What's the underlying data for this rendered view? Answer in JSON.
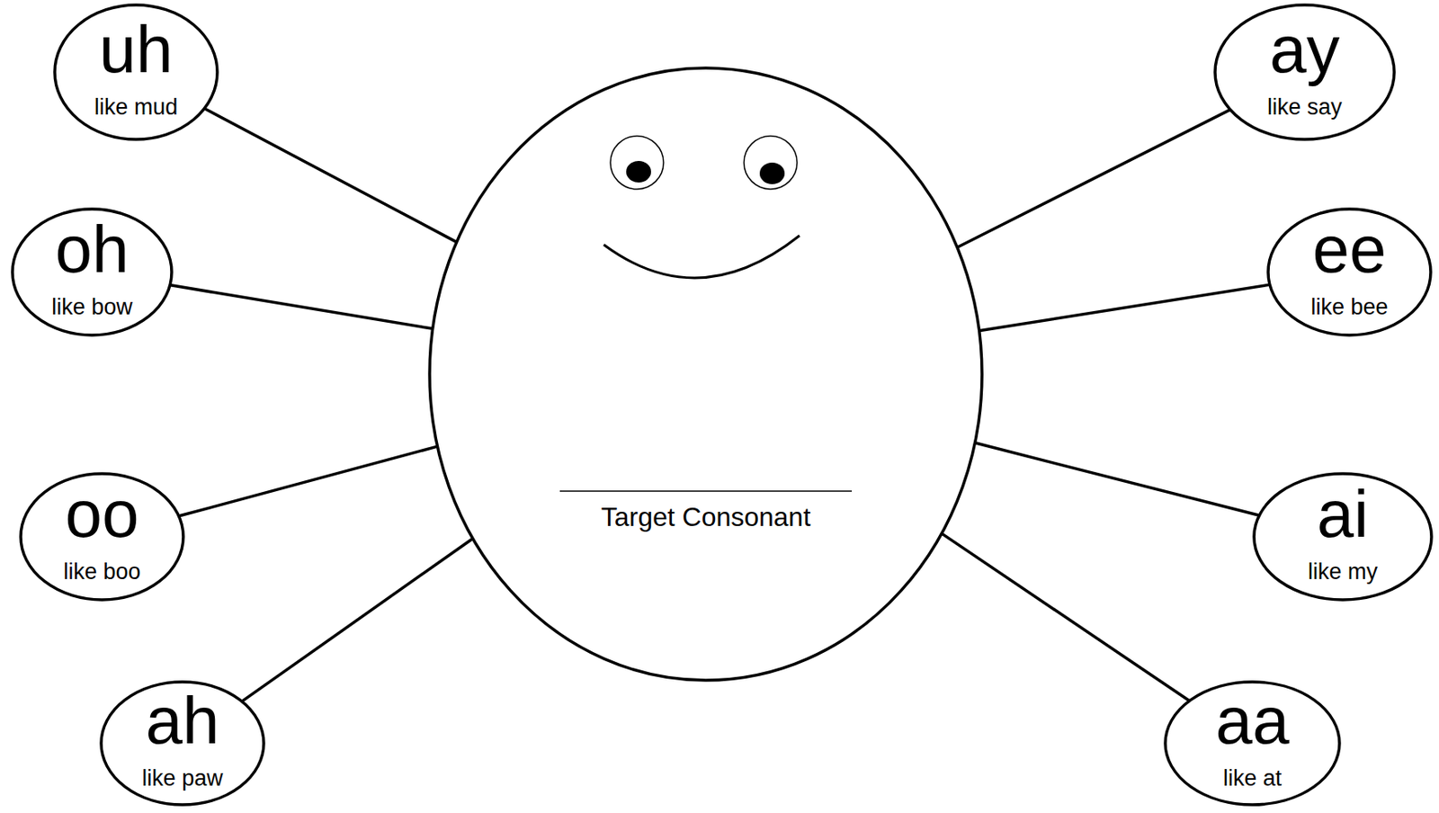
{
  "diagram": {
    "nodes": [
      {
        "text": [
          "uh",
          "like mud"
        ]
      },
      {
        "text": [
          "ay",
          "like say"
        ]
      },
      {
        "text": [
          "oh",
          "like bow"
        ]
      },
      {
        "text": [
          "ee",
          "like bee"
        ]
      },
      {
        "text": [
          "Target Consonant"
        ]
      },
      {
        "text": [
          "oo",
          "like boo"
        ]
      },
      {
        "text": [
          "ai",
          "like my"
        ]
      },
      {
        "text": [
          "ah",
          "like paw"
        ]
      },
      {
        "text": [
          "aa",
          "like at"
        ]
      }
    ],
    "edges": [
      {
        "from": 4,
        "to": 0,
        "arrow": "none"
      },
      {
        "from": 4,
        "to": 1,
        "arrow": "none"
      },
      {
        "from": 4,
        "to": 2,
        "arrow": "none"
      },
      {
        "from": 4,
        "to": 3,
        "arrow": "none"
      },
      {
        "from": 4,
        "to": 5,
        "arrow": "none"
      },
      {
        "from": 4,
        "to": 6,
        "arrow": "none"
      },
      {
        "from": 4,
        "to": 7,
        "arrow": "none"
      },
      {
        "from": 4,
        "to": 8,
        "arrow": "none"
      }
    ]
  }
}
